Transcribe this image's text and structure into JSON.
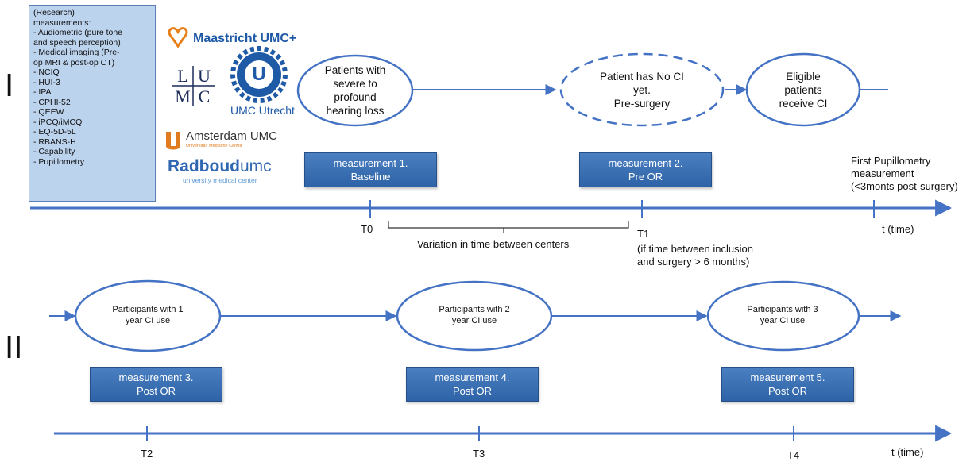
{
  "info_box": {
    "lines": [
      "(Research)",
      "measurements:",
      "- Audiometric (pure tone",
      "and speech perception)",
      "- Medical imaging (Pre-",
      "op MRI & post-op CT)",
      "- NCIQ",
      "- HUI-3",
      "- IPA",
      "- CPHI-52",
      "- QEEW",
      "- iPCQ/iMCQ",
      "- EQ-5D-5L",
      "- RBANS-H",
      "- Capability",
      "- Pupillometry"
    ]
  },
  "phases": [
    "I",
    "II"
  ],
  "logos": {
    "maastricht": "Maastricht UMC+",
    "lumc": [
      "L",
      "U",
      "M",
      "C"
    ],
    "utrecht": "UMC Utrecht",
    "utrecht_mark": "U",
    "amsterdam": "Amsterdam UMC",
    "amsterdam_sub": "Universitair Medische Centra",
    "radboud_main": "Radboud",
    "radboud_umc": "umc",
    "radboud_sub": "university medical center"
  },
  "row1": {
    "ellipses": [
      [
        "Patients with",
        "severe to",
        "profound",
        "hearing loss"
      ],
      [
        "Patient has No CI",
        "yet.",
        "Pre-surgery"
      ],
      [
        "Eligible",
        "patients",
        "receive CI"
      ]
    ],
    "measurements": [
      [
        "measurement 1.",
        "Baseline"
      ],
      [
        "measurement 2.",
        "Pre OR"
      ]
    ],
    "pupil_note": [
      "First Pupillometry",
      "measurement",
      "(<3monts post-surgery)"
    ],
    "ticks": {
      "t0": "T0",
      "t1": "T1",
      "t1_note": [
        "(if time between inclusion",
        "and surgery > 6 months)"
      ],
      "variation": "Variation in time between centers",
      "time": "t (time)"
    }
  },
  "row2": {
    "ellipses": [
      [
        "Participants with 1",
        "year CI use"
      ],
      [
        "Participants with 2",
        "year CI use"
      ],
      [
        "Participants with 3",
        "year CI use"
      ]
    ],
    "measurements": [
      [
        "measurement 3.",
        "Post OR"
      ],
      [
        "measurement 4.",
        "Post OR"
      ],
      [
        "measurement 5.",
        "Post OR"
      ]
    ],
    "ticks": {
      "t2": "T2",
      "t3": "T3",
      "t4": "T4",
      "time": "t (time)"
    }
  },
  "colors": {
    "arrow": "#4472c4",
    "box_fill": "#bcd3ee",
    "measure_fill": "#3a70b6",
    "maastricht": "#1f5aa6",
    "maastricht_mark": "#e8801a",
    "amsterdam_mark": "#e07b20",
    "radboud": "#2f67b1"
  }
}
